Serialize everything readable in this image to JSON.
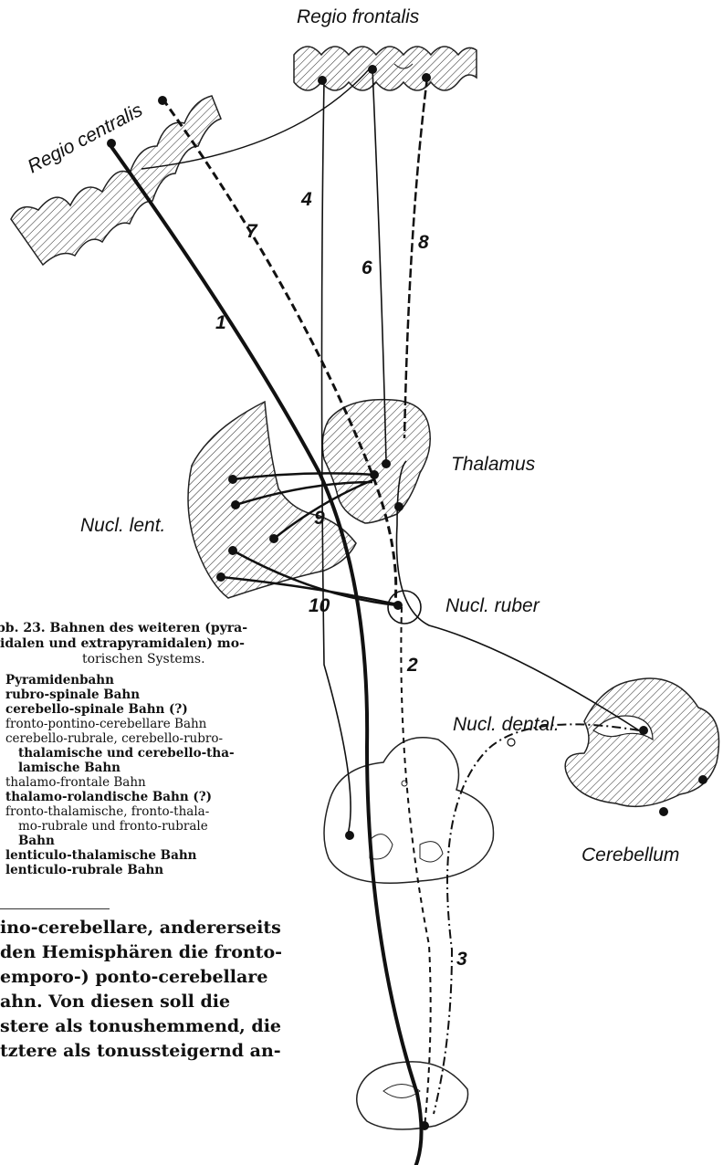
{
  "labels": {
    "regio_frontalis": "Regio frontalis",
    "regio_centralis": "Regio centralis",
    "thalamus": "Thalamus",
    "nucl_lent": "Nucl. lent.",
    "nucl_ruber": "Nucl. ruber",
    "nucl_dental": "Nucl. dental.",
    "cerebellum": "Cerebellum"
  },
  "path_numbers": [
    "1",
    "2",
    "3",
    "4",
    "6",
    "7",
    "8",
    "9",
    "10"
  ],
  "caption": {
    "title": "bb. 23. Bahnen des weiteren (pyra-idalen und extrapyramidalen) mo-torischen Systems.",
    "title_lines": [
      "bb. 23. Bahnen des weiteren (pyra-",
      "idalen und extrapyramidalen) mo-",
      "torischen Systems."
    ],
    "items": [
      "Pyramidenbahn",
      "rubro-spinale Bahn",
      "cerebello-spinale Bahn (?)",
      "fronto-pontino-cerebellare Bahn",
      "cerebello-rubrale, cerebello-rubro-",
      "thalamische und cerebello-tha-",
      "lamische Bahn",
      "thalamo-frontale Bahn",
      "thalamo-rolandische Bahn (?)",
      "fronto-thalamische, fronto-thala-",
      "mo-rubrale und fronto-rubrale",
      "Bahn",
      "lenticulo-thalamische Bahn",
      "lenticulo-rubrale Bahn"
    ]
  },
  "body_text": [
    "ino-cerebellare, andererseits",
    "den Hemisphären die fronto-",
    "emporo-) ponto-cerebellare",
    "ahn. Von diesen soll die",
    "stere als tonushemmend, die",
    "tztere als tonussteigernd an-"
  ]
}
